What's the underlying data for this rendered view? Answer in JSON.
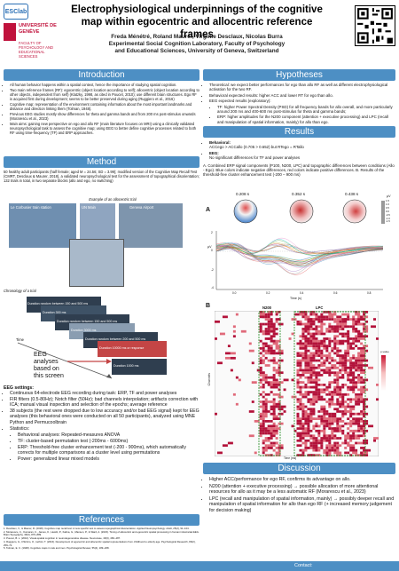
{
  "header": {
    "logo_esclab": "ESClab",
    "university": "UNIVERSITÉ DE GENÈVE",
    "faculty": "FACULTY OF PSYCHOLOGY AND EDUCATIONAL SCIENCES",
    "title": "Electrophysiological underpinnings of the cognitive map within egocentric and allocentric reference frames",
    "authors": "Freda Ménétré, Roland Maurer, Virginie Desclaux, Nicolas Burra",
    "affiliation1": "Experimental Social Cognition Laboratory, Faculty of Psychology",
    "affiliation2": "and Educational Sciences, University of Geneva, Switzerland"
  },
  "intro": {
    "heading": "Introduction",
    "items": [
      "All human behavior happens within a spatial context, hence the importance of studying spatial cognition.",
      "Two main reference frames (RF): egocentric (object location according to self); allocentric (object location according to other objects, independent from self) (Klatzky, 1998, as cited in Poucet, 2010); use different brain structures. Ego RF is acquired first during development; seems to be better preserved during aging (Ruggiero et al., 2016)",
      "Cognitive map: representation of the environment containing information about the most important landmarks and distance and direction linking them (Tolman, 1948).",
      "Previous EEG studies mostly show differences for theta and gamma bands and from 200 ms post-stimulus onwards (Morarescu et al., 2023)",
      "Main aims: gaining new perspective on ego and allo RF (main literature focuses on MRI) using a clinically validated neuropsychological task to assess the cognitive map; using EEG to better define cognitive processes related to both RF using time-frequency (TF) and ERP approaches."
    ]
  },
  "method": {
    "heading": "Method",
    "text": "50 healthy adult participants (half female; aged M = 24.56; SD = 3.99); modified version of the Cognitive Map Recall Test (CMRT, Desclaux & Maurer, 2018), a validated neuropsychological test for the assessment of topographical disorientation; 132 trials in total, in two separate blocks (allo and ego, no switching)",
    "example_label": "Example of an allocentric trial",
    "trial_labels": [
      "Le Corbusier train station",
      "Geneva Airport",
      "UN Main",
      "Chronology of a trial"
    ],
    "sequence": [
      "Duration random between 150 and 500 ms",
      "Duration 300 ms",
      "Duration random between 150 and 500 ms",
      "Duration 3000 ms",
      "Duration random between 200 and 500 ms",
      "Duration 10000 ms or response",
      "Duration 1000 ms"
    ],
    "time_label": "Time",
    "eeg_analyses": "EEG analyses based on this screen",
    "settings_heading": "EEG settings:",
    "settings": [
      "Continuous 64-electrode EEG recording during task: ERP, TF and power analyses",
      "FIR filters (0.5-80Hz); Notch filter (50Hz); bad channels interpolation; artifacts correction with ICA; manual visual inspection and selection of the epochs; average reference",
      "38 subjects (the rest were dropped due to low accuracy and/or bad EEG signal) kept for EEG analyses (this behavioral ones were conducted on all 50 participants), analyzed using MNE Python and Permucoolbrain",
      "Statistics:"
    ],
    "stats": [
      "Behavioral analyses: Repeated-measures ANOVA",
      "TF: cluster-based permutation test (-200ms - 6000ms)",
      "ERP: Threshold-free cluster enhancement test (-200 - 900ms), which automatically corrects for multiple comparisons at a cluster level using permutations",
      "Power: generalized linear mixed models"
    ]
  },
  "references": {
    "heading": "References",
    "items": [
      "1. Desclaux, V., & Maurer, R. (2018). Cognitive map recall test: A new specific test to assess topographical disorientation. Applied Neuropsychology: Adult, 25(2), 91–104.",
      "2. Morarescu, C., Kumaran, C., James, K., Hewitt, P., Kalina, G., Mansen, P., & Ward, A. (2023). Timing of allocentric and egocentric spatial processing in human intracranial EEG. Brain Topography, 36(6), 870–889.",
      "3. Poucet, B. L. (2010). Visual-spatial cognition in neurodegenerative disease. Neurocase, 16(6), 466–487.",
      "4. Ruggiero, G., D'Errico, O., Iachini, T. (2016). Development of egocentric and allocentric spatial representations from childhood to elderly age. Psychological Research, 80(2), 259–72.",
      "5. Tolman, E. C. (1948). Cognitive maps in rats and men. Psychological Review, 55(4), 189–208."
    ]
  },
  "hypotheses": {
    "heading": "Hypotheses",
    "theoretical": "Theoretical: we expect better performances for ego than allo RF as well as different electrophysiological activation for the two RF.",
    "behavioral": "Behavioral expected results: higher ACC and lower RT for ego than allo.",
    "eeg_expected": "EEG expected results (exploratory):",
    "tf": "TF: higher Power Spectral Density (PSD) for all frequency bands for allo overall, and more particularly around 200 ms and 400-600 ms post-stimulus for theta and gamma bands;",
    "erp": "ERP: higher amplitudes for the N200 component (attention + executive processing) and LPC (recall and manipulation of spatial information, mainly) for allo than ego."
  },
  "results": {
    "heading": "Results",
    "behavioral_label": "Behavioral:",
    "behavioral_result": "ACCego > ACCallo (0.705 > 0.652) but RTego = RTallo",
    "eeg_label": "EEG:",
    "eeg_result": "No significant differences for TF and power analyses",
    "caption": "A. Combined ERP signal components (P100, N200, LPC) and topographic differences between conditions (Allo - Ego). Blue colors indicate negative differences, red colors indicate positive differences. B. Results of the threshold-free cluster enhancement test (-200 – 900 ms)",
    "panel_a": "A",
    "panel_b": "B",
    "topo_times": [
      "0.208 s",
      "0.352 s",
      "0.438 s"
    ],
    "colorbar_unit": "µV",
    "colorbar_ticks": [
      "1.5",
      "1.0",
      "0.5",
      "0.0",
      "-0.5",
      "-1.0",
      "-1.5"
    ],
    "erp_ylabel": "µV",
    "erp_xlabel": "Time (s)",
    "erp_xticks": [
      "0.0",
      "0.2",
      "0.4",
      "0.6",
      "0.8"
    ],
    "erp_yticks": [
      "2",
      "0",
      "-2",
      "-4"
    ],
    "tfce_n200": "N200",
    "tfce_lpc": "LPC",
    "tfce_ylabel": "Channels",
    "tfce_xlabel": "Time (ms)",
    "tfce_legend": "p-value"
  },
  "discussion": {
    "heading": "Discussion",
    "items": [
      "Higher ACC/performance for ego RF, confirms its advantage on allo.",
      "N200 (attention + executive processing) → possible allocation of more attentional resources for allo as it may be a less automatic RF (Morarescu et al., 2023)",
      "LPC (recall and manipulation of spatial information, mainly) → possibly deeper recall and manipulation of spatial information for allo than ego RF (+ increased memory judgement for decision making)"
    ]
  },
  "footer": {
    "contact": "Contact:"
  }
}
